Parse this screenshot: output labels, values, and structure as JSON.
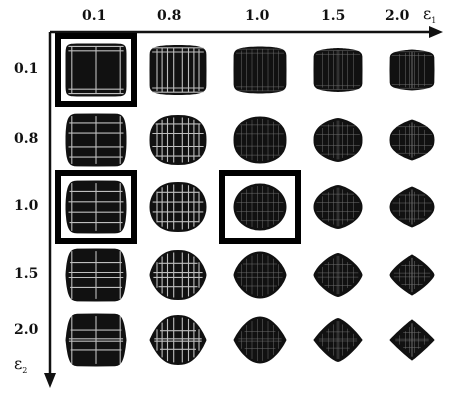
{
  "figure": {
    "x_axis": {
      "symbol": "ε",
      "subscript": "1",
      "ticks": [
        "0.1",
        "0.8",
        "1.0",
        "1.5",
        "2.0"
      ]
    },
    "y_axis": {
      "symbol": "ε",
      "subscript": "2",
      "ticks": [
        "0.1",
        "0.8",
        "1.0",
        "1.5",
        "2.0"
      ]
    },
    "grid": {
      "rows": 5,
      "cols": 5,
      "shape": "superquadric wireframe",
      "highlighted_cells": [
        {
          "row": 0,
          "col": 0
        },
        {
          "row": 2,
          "col": 0
        },
        {
          "row": 2,
          "col": 2
        }
      ]
    },
    "colors": {
      "ink": "#111111",
      "wire": "#dddddd",
      "box": "#000000"
    }
  }
}
